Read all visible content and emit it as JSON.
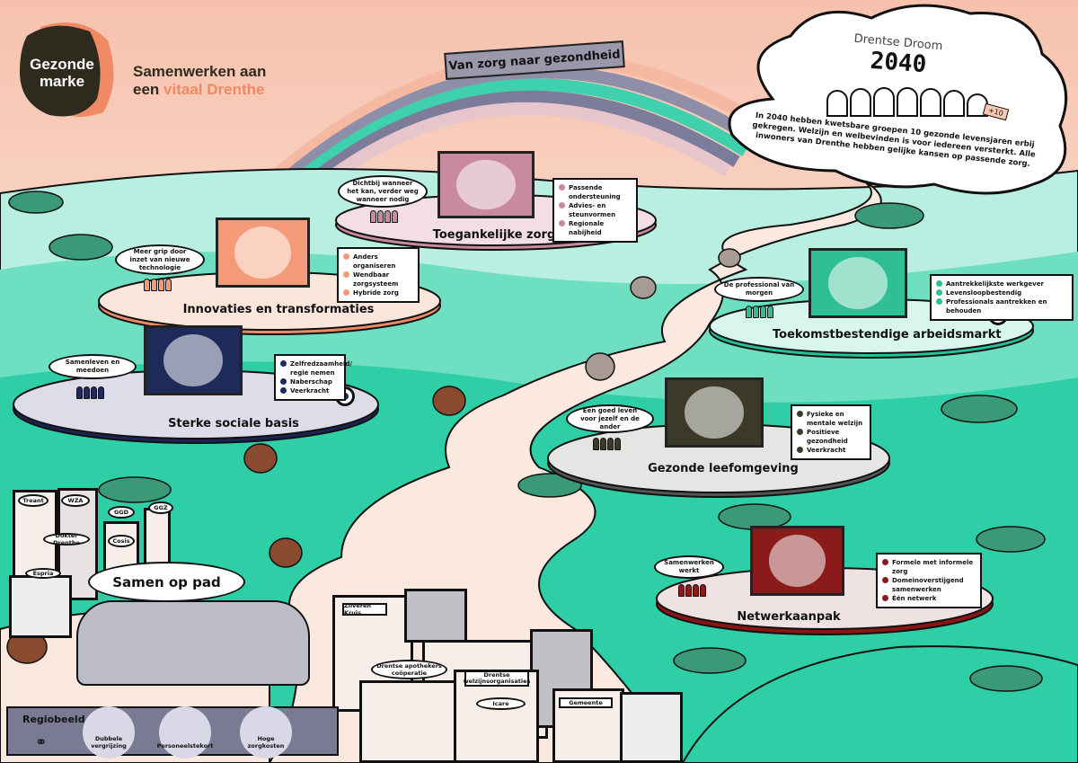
{
  "logo": {
    "line1": "Gezonde",
    "line2": "marke"
  },
  "tagline": {
    "line1": "Samenwerken aan",
    "line2_plain": "een ",
    "line2_accent": "vitaal Drenthe"
  },
  "banner": "Van zorg naar gezondheid",
  "dream": {
    "title": "Drentse Droom",
    "year": "2040",
    "flag": "+10",
    "text": "In 2040 hebben kwetsbare groepen 10 gezonde levensjaren erbij gekregen. Welzijn en welbevinden is voor iedereen versterkt. Alle inwoners van Drenthe hebben gelijke kansen op passende zorg."
  },
  "platforms": [
    {
      "title": "Toegankelijke zorg",
      "bubble": "Dichtbij wanneer het kan, verder weg wanneer nodig",
      "items": [
        "Passende ondersteuning",
        "Advies- en steunvormen",
        "Regionale nabijheid"
      ],
      "color": "#c98aa0"
    },
    {
      "title": "Innovaties en transformaties",
      "bubble": "Meer grip door inzet van nieuwe technologie",
      "items": [
        "Anders organiseren",
        "Wendbaar zorgsysteem",
        "Hybride zorg"
      ],
      "color": "#f59a78"
    },
    {
      "title": "Toekomstbestendige arbeidsmarkt",
      "bubble": "De professional van morgen",
      "items": [
        "Aantrekkelijkste werkgever",
        "Levensloopbestendig",
        "Professionals aantrekken en behouden"
      ],
      "color": "#2fbf93"
    },
    {
      "title": "Sterke sociale basis",
      "bubble": "Samenleven en meedoen",
      "items": [
        "Zelfredzaamheid/ regie nemen",
        "Naberschap",
        "Veerkracht"
      ],
      "color": "#1e2a5a"
    },
    {
      "title": "Gezonde leefomgeving",
      "bubble": "Een goed leven voor jezelf en de ander",
      "items": [
        "Fysieke en mentale welzijn",
        "Positieve gezondheid",
        "Veerkracht"
      ],
      "color": "#3b3a28"
    },
    {
      "title": "Netwerkaanpak",
      "bubble": "Samenwerken werkt",
      "items": [
        "Formele met informele zorg",
        "Domeinoverstijgend samenwerken",
        "Één netwerk"
      ],
      "color": "#8b1a1a"
    }
  ],
  "organisations_left": [
    "Treant",
    "WZA",
    "GGD",
    "GGZ",
    "Dokter Drenthe",
    "Cosis",
    "Espria"
  ],
  "samen": "Samen op pad",
  "organisations_center": [
    "Zilveren Kruis",
    "Drentse apothekers coöperatie",
    "Drentse welzijnsorganisaties",
    "Icare",
    "Gemeente"
  ],
  "regiobeeld": {
    "title": "Regiobeeld",
    "items": [
      "Dubbele vergrijzing",
      "Personeelstekort",
      "Hoge zorgkosten"
    ]
  }
}
